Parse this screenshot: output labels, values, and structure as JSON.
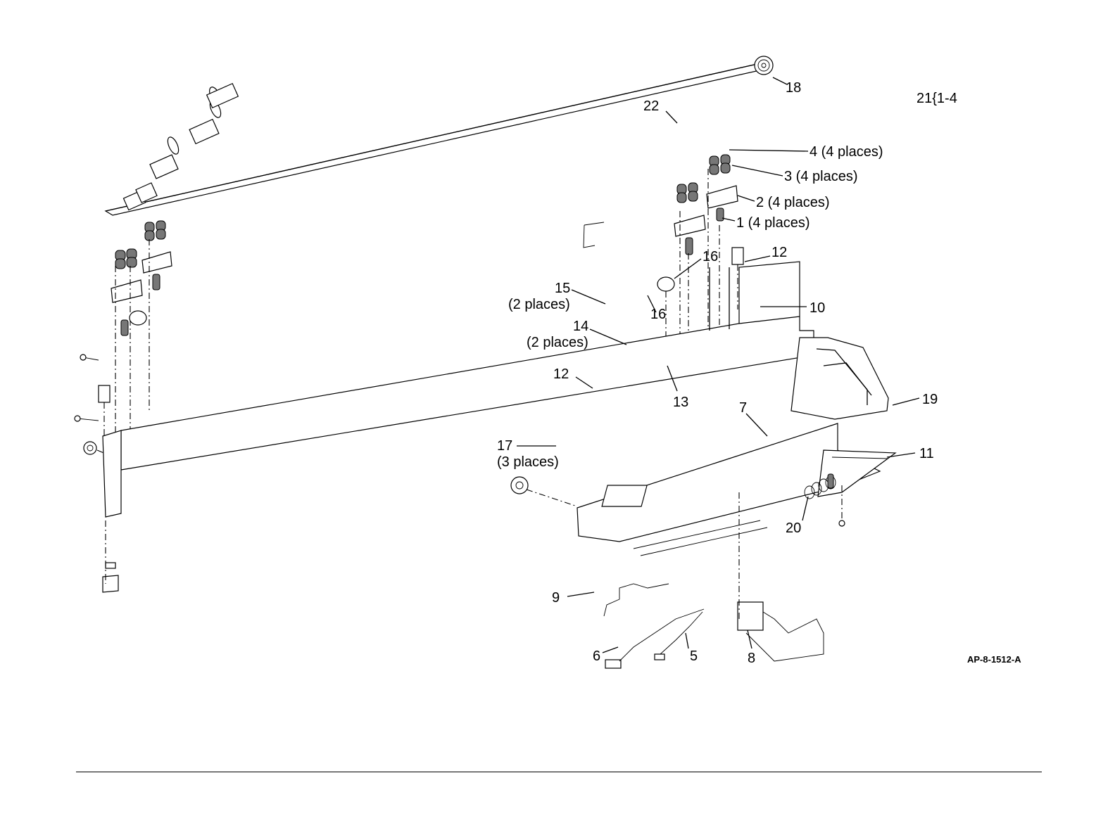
{
  "diagram": {
    "figure_id": "AP-8-1512-A",
    "kit_note": "21{1-4",
    "callouts": [
      {
        "id": "c18",
        "text": "18"
      },
      {
        "id": "c22",
        "text": "22"
      },
      {
        "id": "c4",
        "text": "4 (4 places)"
      },
      {
        "id": "c3",
        "text": "3 (4 places)"
      },
      {
        "id": "c2",
        "text": "2 (4 places)"
      },
      {
        "id": "c1",
        "text": "1 (4 places)"
      },
      {
        "id": "c16a",
        "text": "16"
      },
      {
        "id": "c12a",
        "text": "12"
      },
      {
        "id": "c15",
        "text": "15"
      },
      {
        "id": "c15b",
        "text": "(2 places)"
      },
      {
        "id": "c16b",
        "text": "16"
      },
      {
        "id": "c10",
        "text": "10"
      },
      {
        "id": "c14",
        "text": "14"
      },
      {
        "id": "c14b",
        "text": "(2 places)"
      },
      {
        "id": "c12b",
        "text": "12"
      },
      {
        "id": "c13",
        "text": "13"
      },
      {
        "id": "c7",
        "text": "7"
      },
      {
        "id": "c19",
        "text": "19"
      },
      {
        "id": "c17",
        "text": "17"
      },
      {
        "id": "c17b",
        "text": "(3 places)"
      },
      {
        "id": "c11",
        "text": "11"
      },
      {
        "id": "c20",
        "text": "20"
      },
      {
        "id": "c9",
        "text": "9"
      },
      {
        "id": "c6",
        "text": "6"
      },
      {
        "id": "c5",
        "text": "5"
      },
      {
        "id": "c8",
        "text": "8"
      }
    ]
  }
}
